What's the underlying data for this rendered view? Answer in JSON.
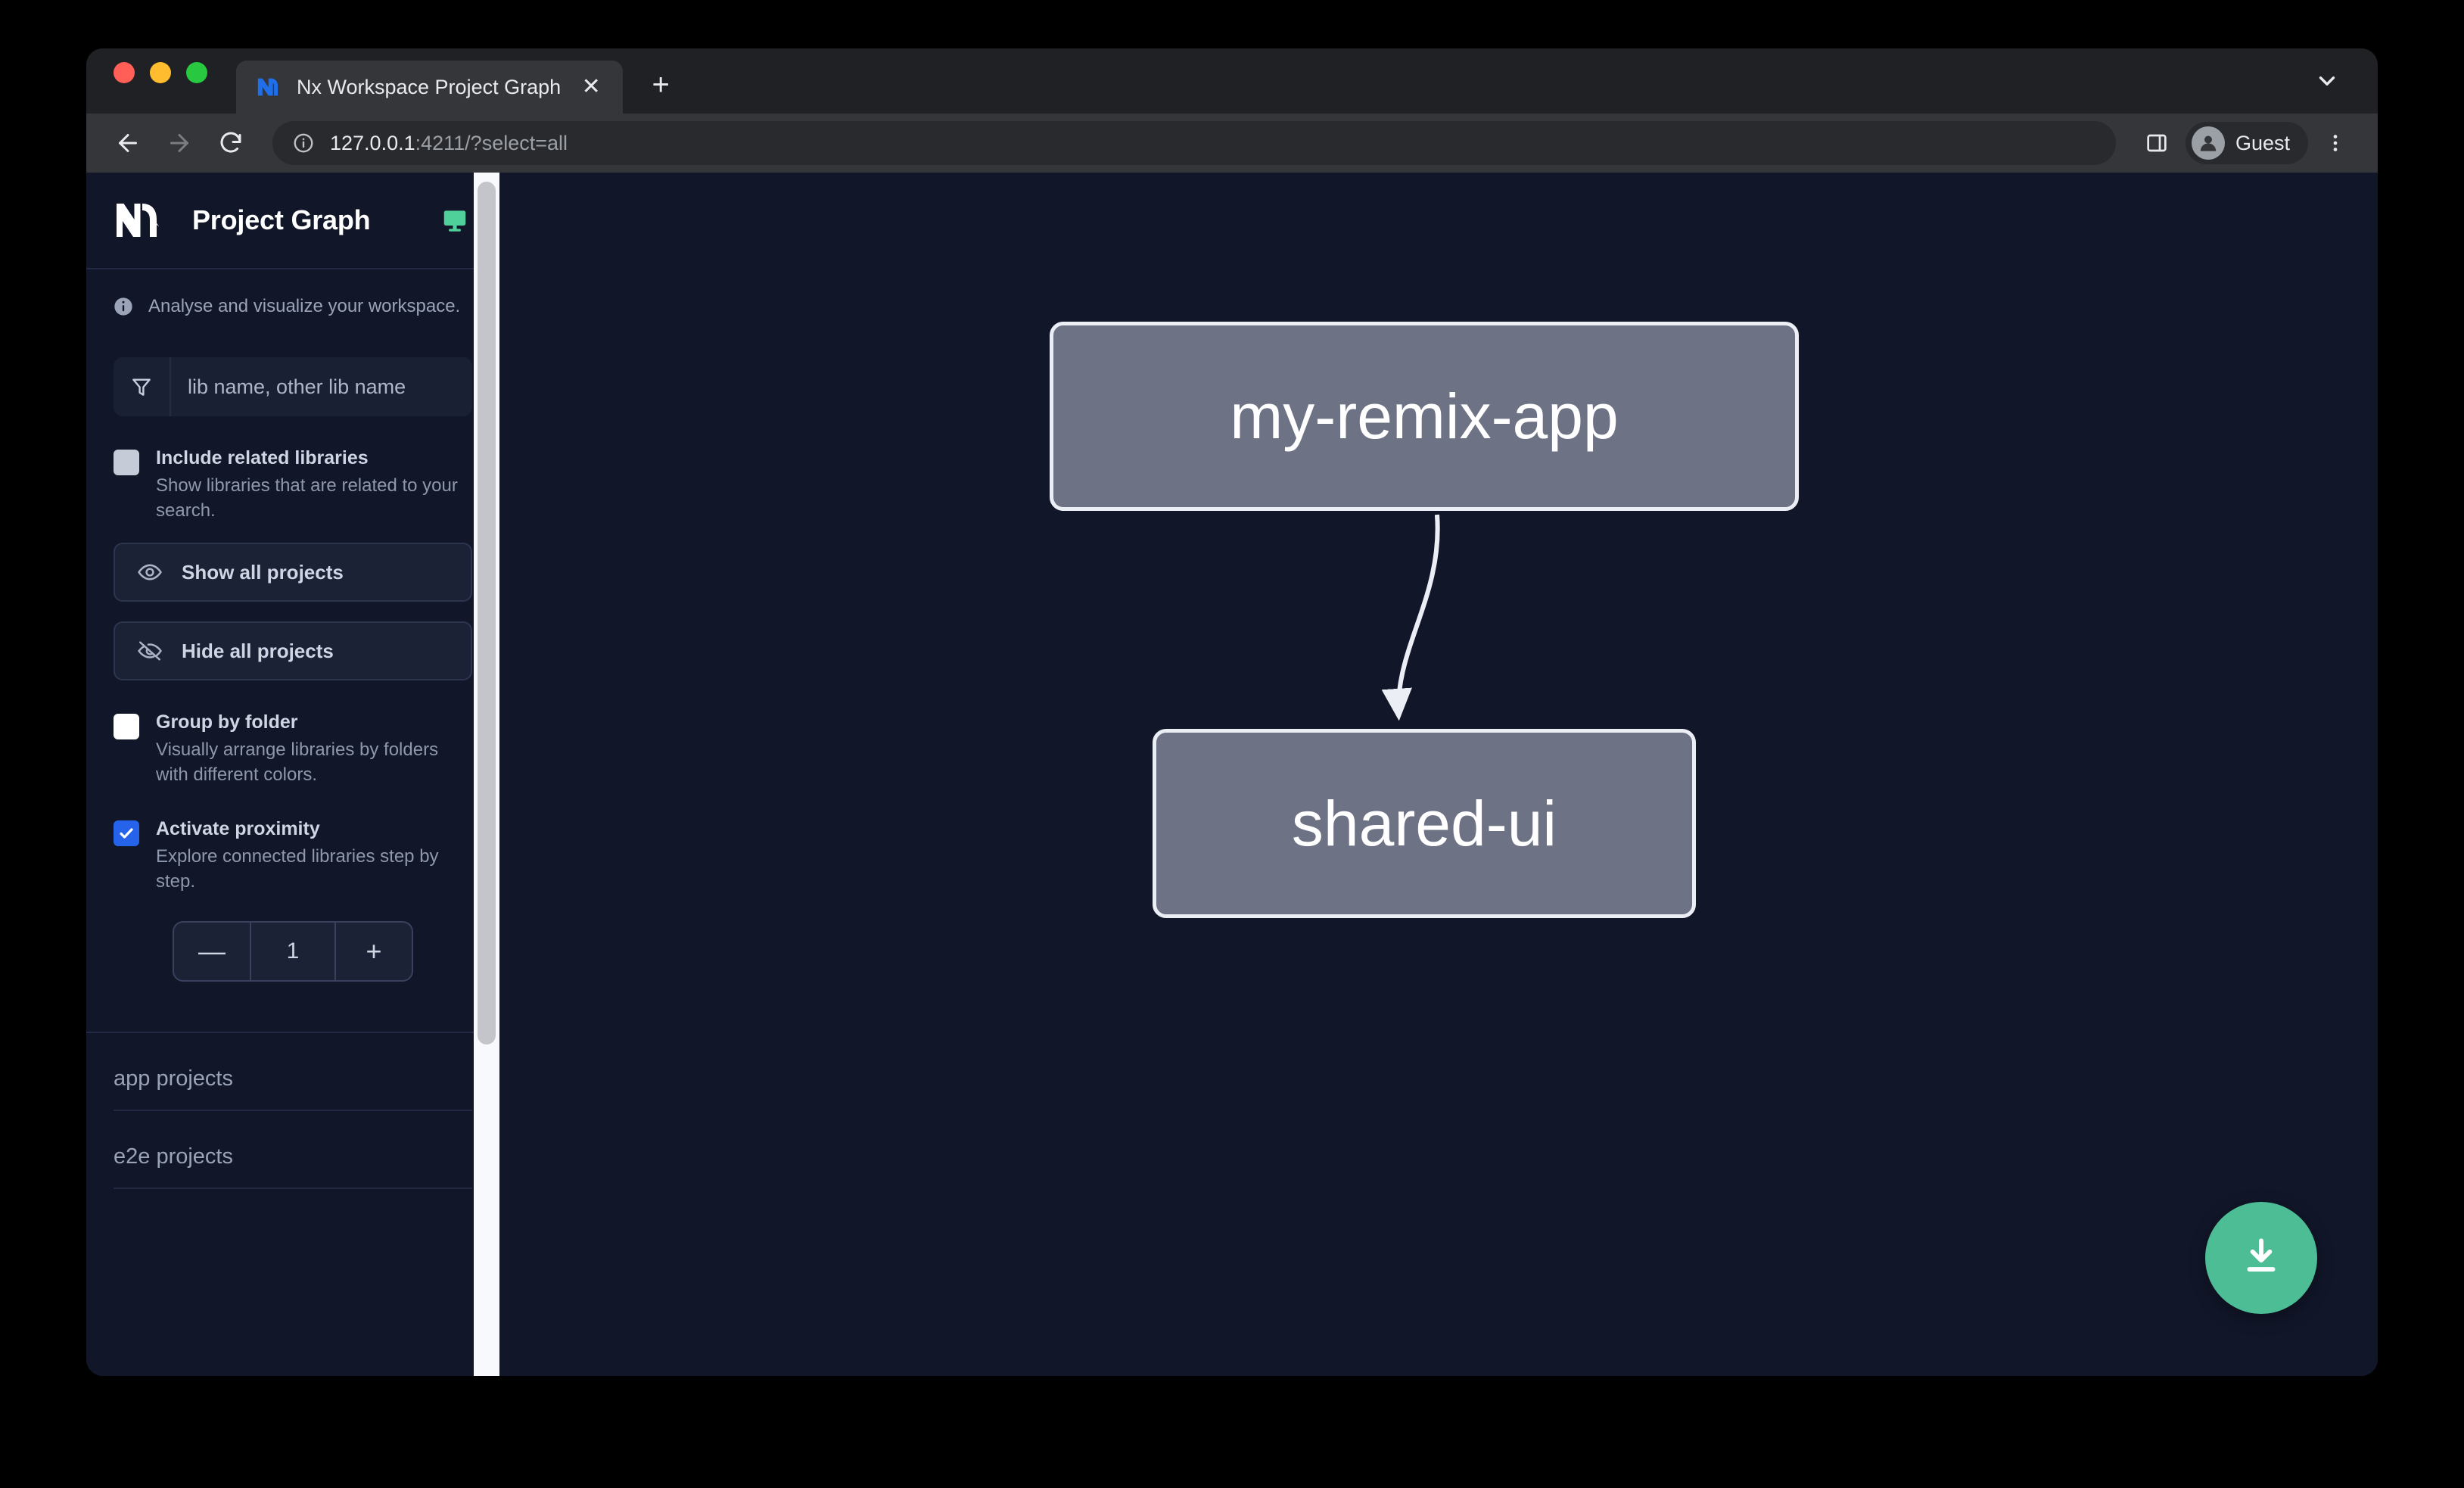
{
  "browser": {
    "tab": {
      "title": "Nx Workspace Project Graph",
      "favicon_icon": "nx-favicon-icon",
      "close_icon": "close-icon"
    },
    "new_tab_label": "+",
    "tab_list_chevron_icon": "chevron-down-icon",
    "toolbar": {
      "back_icon": "back-arrow-icon",
      "forward_icon": "forward-arrow-icon",
      "reload_icon": "reload-icon",
      "site_info_icon": "info-circle-icon",
      "url_host": "127.0.0.1",
      "url_rest": ":4211/?select=all",
      "side_panel_icon": "side-panel-icon",
      "profile_name": "Guest",
      "avatar_icon": "person-avatar-icon",
      "menu_icon": "kebab-menu-icon"
    }
  },
  "sidebar": {
    "logo_icon": "nx-logo-icon",
    "title": "Project Graph",
    "monitor_icon": "monitor-icon",
    "info_icon": "info-circle-icon",
    "tagline": "Analyse and visualize your workspace.",
    "search": {
      "placeholder": "lib name, other lib name",
      "value": "",
      "filter_icon": "filter-funnel-icon"
    },
    "include_related": {
      "label": "Include related libraries",
      "description": "Show libraries that are related to your search.",
      "checked": false
    },
    "show_all": {
      "label": "Show all projects",
      "icon": "eye-icon"
    },
    "hide_all": {
      "label": "Hide all projects",
      "icon": "eye-off-icon"
    },
    "group_by_folder": {
      "label": "Group by folder",
      "description": "Visually arrange libraries by folders with different colors.",
      "checked": false
    },
    "activate_proximity": {
      "label": "Activate proximity",
      "description": "Explore connected libraries step by step.",
      "checked": true
    },
    "stepper": {
      "decrement_label": "—",
      "value": "1",
      "increment_label": "+"
    },
    "groups": [
      {
        "label": "app projects"
      },
      {
        "label": "e2e projects"
      }
    ]
  },
  "graph": {
    "nodes": [
      {
        "id": "my-remix-app",
        "label": "my-remix-app"
      },
      {
        "id": "shared-ui",
        "label": "shared-ui"
      }
    ],
    "edges": [
      {
        "from": "my-remix-app",
        "to": "shared-ui"
      }
    ],
    "download_button": {
      "icon": "download-icon",
      "color": "#4dbd96"
    }
  },
  "colors": {
    "canvas_bg": "#111629",
    "node_fill": "#6e7285",
    "node_border": "#eceef5",
    "accent_green": "#4dbd96",
    "checkbox_checked": "#2563eb"
  }
}
